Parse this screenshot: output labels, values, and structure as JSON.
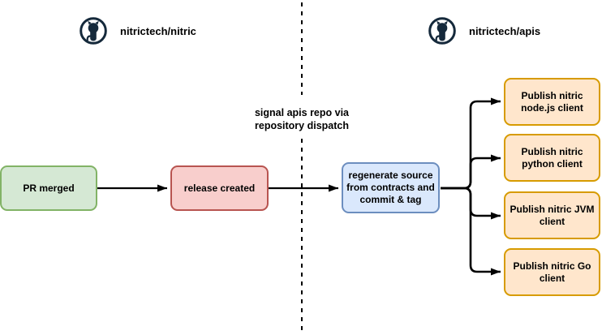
{
  "repos": {
    "left": {
      "name": "nitrictech/nitric",
      "icon": "github-icon"
    },
    "right": {
      "name": "nitrictech/apis",
      "icon": "github-icon"
    }
  },
  "divider": {
    "note_lines": [
      "signal apis repo via",
      "repository dispatch"
    ]
  },
  "nodes": {
    "pr_merged": {
      "lines": [
        "PR merged"
      ],
      "fill": "#d5e8d4",
      "stroke": "#82b366"
    },
    "release_created": {
      "lines": [
        "release created"
      ],
      "fill": "#f8cecc",
      "stroke": "#b85450"
    },
    "regenerate": {
      "lines": [
        "regenerate source",
        "from contracts and",
        "commit & tag"
      ],
      "fill": "#dae8fc",
      "stroke": "#6c8ebf"
    },
    "publish_node": {
      "lines": [
        "Publish nitric",
        "node.js client"
      ],
      "fill": "#ffe6cc",
      "stroke": "#d79b00"
    },
    "publish_python": {
      "lines": [
        "Publish nitric",
        "python client"
      ],
      "fill": "#ffe6cc",
      "stroke": "#d79b00"
    },
    "publish_jvm": {
      "lines": [
        "Publish nitric JVM",
        "client"
      ],
      "fill": "#ffe6cc",
      "stroke": "#d79b00"
    },
    "publish_go": {
      "lines": [
        "Publish nitric Go",
        "client"
      ],
      "fill": "#ffe6cc",
      "stroke": "#d79b00"
    }
  },
  "edges": [
    {
      "from": "pr_merged",
      "to": "release_created"
    },
    {
      "from": "release_created",
      "to": "regenerate"
    },
    {
      "from": "regenerate",
      "to": "publish_node"
    },
    {
      "from": "regenerate",
      "to": "publish_python"
    },
    {
      "from": "regenerate",
      "to": "publish_jvm"
    },
    {
      "from": "regenerate",
      "to": "publish_go"
    }
  ],
  "colors": {
    "connector": "#000000",
    "github_icon": "#15293b",
    "background": "#ffffff"
  }
}
